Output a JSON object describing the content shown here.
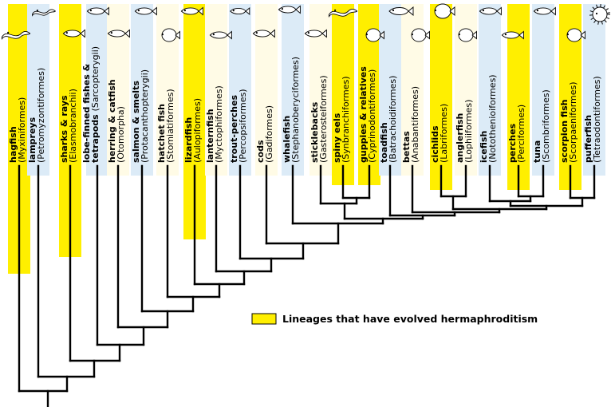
{
  "colors": {
    "highlight": "#FFEF00",
    "alternate": "#DCEBF7",
    "cream": "#FFFBE6",
    "line": "#000000"
  },
  "legend": {
    "label": "Lineages that have evolved hermaphroditism"
  },
  "taxa": [
    {
      "common": "hagfish",
      "order": "(Myxiniformes)",
      "hermaphroditic": true,
      "icon": "hagfish-icon"
    },
    {
      "common": "lampreys",
      "order": "(Petromyzontiformes)",
      "hermaphroditic": false,
      "icon": "lamprey-icon"
    },
    {
      "common": "sharks & rays",
      "order": "(Elasmobranchii)",
      "hermaphroditic": true,
      "icon": "shark-icon"
    },
    {
      "common": "lobe-finned fishes &",
      "common2": "tetrapods",
      "order": "(Sarcopterygii)",
      "hermaphroditic": false,
      "icon": "lungfish-icon"
    },
    {
      "common": "herring & catfish",
      "order": "(Otomorpha)",
      "hermaphroditic": false,
      "icon": "herring-icon"
    },
    {
      "common": "salmon & smelts",
      "order": "(Protacanthopterygii)",
      "hermaphroditic": false,
      "icon": "salmon-icon"
    },
    {
      "common": "hatchet fish",
      "order": "(Stomiatiformes)",
      "hermaphroditic": false,
      "icon": "hatchetfish-icon"
    },
    {
      "common": "lizardfish",
      "order": "(Aulopiformes)",
      "hermaphroditic": true,
      "icon": "lizardfish-icon"
    },
    {
      "common": "lanternfish",
      "order": "(Myctophiformes)",
      "hermaphroditic": false,
      "icon": "lanternfish-icon"
    },
    {
      "common": "trout-perches",
      "order": "(Percopsiformes)",
      "hermaphroditic": false,
      "icon": "troutperch-icon"
    },
    {
      "common": "cods",
      "order": "(Gadiformes)",
      "hermaphroditic": false,
      "icon": "cod-icon"
    },
    {
      "common": "whalefish",
      "order": "(Stephanoberyciformes)",
      "hermaphroditic": false,
      "icon": "whalefish-icon"
    },
    {
      "common": "sticklebacks",
      "order": "(Gasterosteiformes)",
      "hermaphroditic": false,
      "icon": "stickleback-icon"
    },
    {
      "common": "spiny eels",
      "order": "(Synbranchiformes)",
      "hermaphroditic": true,
      "icon": "spiny-eel-icon"
    },
    {
      "common": "guppies & relatives",
      "order": "(Cyprinodontiformes)",
      "hermaphroditic": true,
      "icon": "guppy-icon"
    },
    {
      "common": "toadfish",
      "order": "(Batrachoidiformes)",
      "hermaphroditic": false,
      "icon": "toadfish-icon"
    },
    {
      "common": "bettas",
      "order": "(Anabantiformes)",
      "hermaphroditic": false,
      "icon": "betta-icon"
    },
    {
      "common": "cichlids",
      "order": "(Labriformes)",
      "hermaphroditic": true,
      "icon": "cichlid-icon"
    },
    {
      "common": "anglerfish",
      "order": "(Lophiiformes)",
      "hermaphroditic": false,
      "icon": "anglerfish-icon"
    },
    {
      "common": "icefish",
      "order": "(Notothenioiformes)",
      "hermaphroditic": false,
      "icon": "icefish-icon"
    },
    {
      "common": "perches",
      "order": "(Perciformes)",
      "hermaphroditic": true,
      "icon": "perch-icon"
    },
    {
      "common": "tuna",
      "order": "(Scombriformes)",
      "hermaphroditic": false,
      "icon": "tuna-icon"
    },
    {
      "common": "scorpion fish",
      "order": "(Scorpaeniformes)",
      "hermaphroditic": true,
      "icon": "scorpionfish-icon"
    },
    {
      "common": "pufferfish",
      "order": "(Tetraodontiformes)",
      "hermaphroditic": false,
      "icon": "pufferfish-icon"
    }
  ]
}
